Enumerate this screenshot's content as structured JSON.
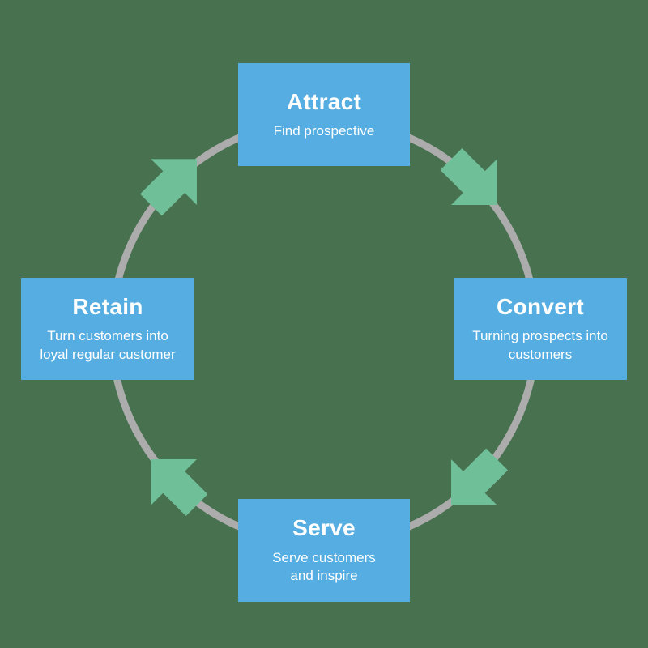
{
  "diagram": {
    "name": "customer-lifecycle-cycle",
    "colors": {
      "background": "#48714F",
      "box": "#55ADE1",
      "arrow": "#6FBF99",
      "ring": "#ACACAC",
      "text": "#FFFFFF"
    },
    "stages": [
      {
        "id": "attract",
        "title": "Attract",
        "subtitle": "Find prospective",
        "position": "top"
      },
      {
        "id": "convert",
        "title": "Convert",
        "subtitle": "Turning prospects into\ncustomers",
        "position": "right"
      },
      {
        "id": "serve",
        "title": "Serve",
        "subtitle": "Serve customers\nand inspire",
        "position": "bottom"
      },
      {
        "id": "retain",
        "title": "Retain",
        "subtitle": "Turn customers into\nloyal regular customer",
        "position": "left"
      }
    ],
    "arrows": [
      {
        "from": "attract",
        "to": "convert",
        "direction": "southeast"
      },
      {
        "from": "convert",
        "to": "serve",
        "direction": "southwest"
      },
      {
        "from": "serve",
        "to": "retain",
        "direction": "northwest"
      },
      {
        "from": "retain",
        "to": "attract",
        "direction": "northeast"
      }
    ],
    "flow": "clockwise"
  }
}
